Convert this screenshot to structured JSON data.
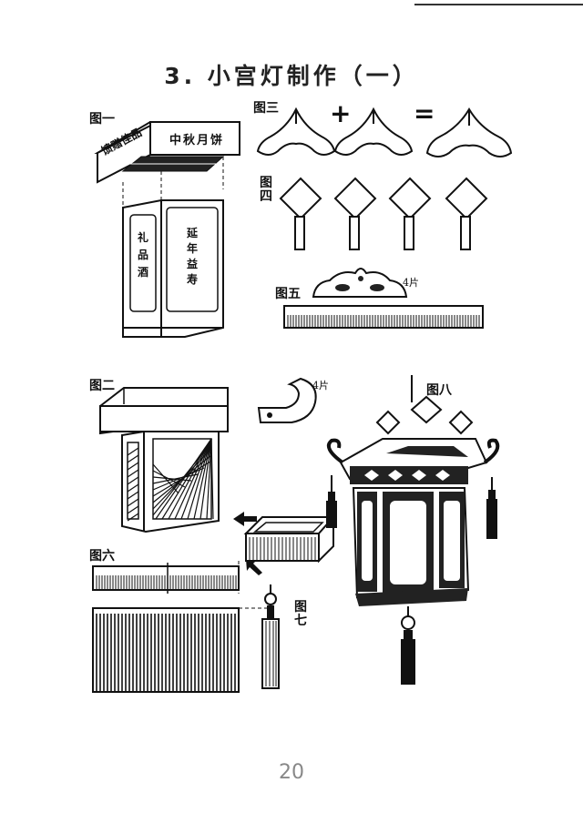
{
  "header": {
    "title": "3. 小宫灯制作（一）"
  },
  "figures": {
    "fig1": {
      "label": "图一",
      "box_text": "中秋月饼",
      "side_text": "馈赠佳品",
      "panel_left": "礼品酒",
      "panel_right": "延年益寿"
    },
    "fig2": {
      "label": "图二"
    },
    "fig3": {
      "label": "图三",
      "op_plus": "+",
      "op_equals": "="
    },
    "fig4": {
      "label": "图四"
    },
    "fig5": {
      "label": "图五",
      "count_note": "4片"
    },
    "fig6": {
      "label": "图六"
    },
    "fig7": {
      "label": "图七"
    },
    "fig8": {
      "label": "图八"
    },
    "hook_note": "4片"
  },
  "footer": {
    "page_number": "20"
  }
}
